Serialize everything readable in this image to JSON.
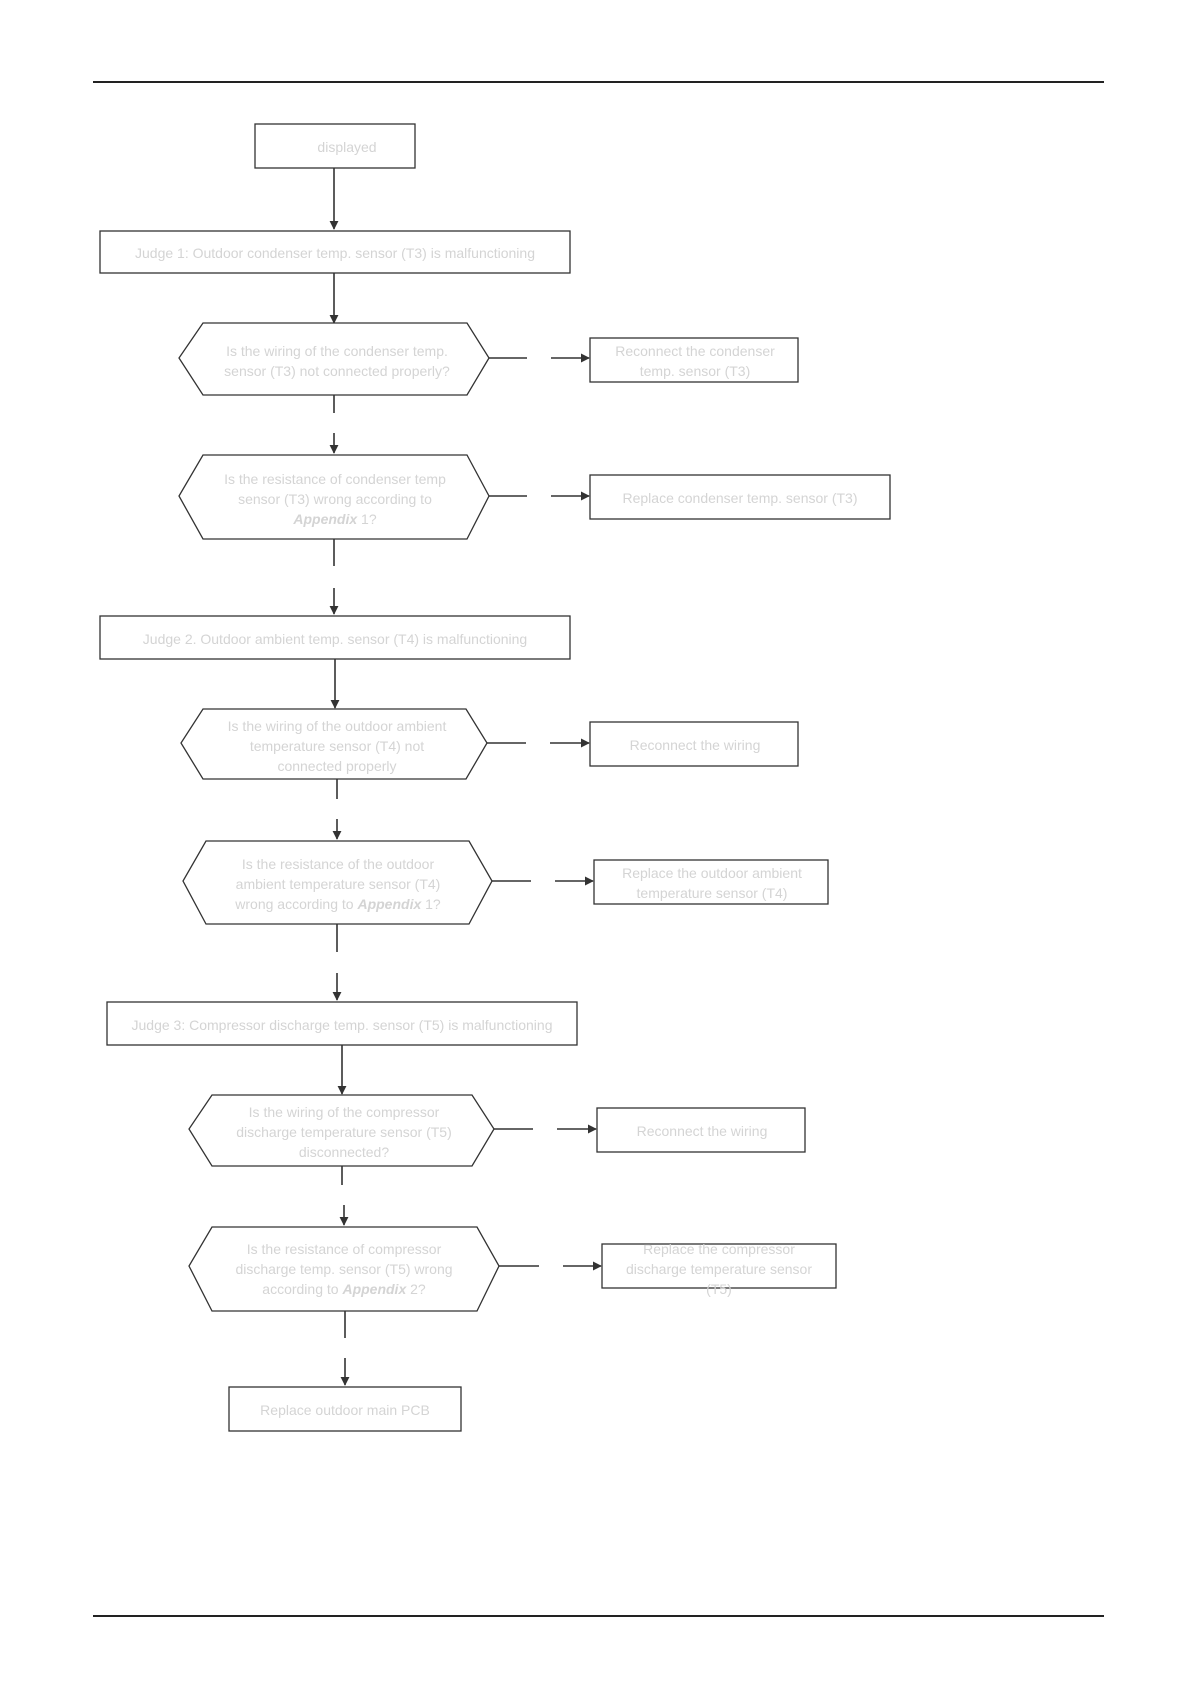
{
  "start": {
    "text": "displayed"
  },
  "judge1": {
    "title": "Judge 1: Outdoor condenser temp. sensor (T3) is malfunctioning"
  },
  "judge1_q1": {
    "l1": "Is the wiring of the condenser temp.",
    "l2": "sensor (T3) not connected properly?"
  },
  "judge1_a1": {
    "l1": "Reconnect the condenser",
    "l2": "temp. sensor (T3)"
  },
  "judge1_q2": {
    "l1": "Is the resistance of condenser temp",
    "l2": "sensor (T3) wrong according to",
    "l3_em": "Appendix",
    "l3_tail": " 1?"
  },
  "judge1_a2": {
    "l1": "Replace condenser temp. sensor (T3)"
  },
  "judge2": {
    "title": "Judge 2. Outdoor ambient temp. sensor (T4) is malfunctioning"
  },
  "judge2_q1": {
    "l1": "Is the wiring of the outdoor ambient",
    "l2": "temperature sensor (T4) not",
    "l3": "connected properly"
  },
  "judge2_a1": {
    "l1": "Reconnect the wiring"
  },
  "judge2_q2": {
    "l1": "Is the resistance of the outdoor",
    "l2": "ambient temperature sensor (T4)",
    "l3_pre": "wrong according to ",
    "l3_em": "Appendix",
    "l3_tail": " 1?"
  },
  "judge2_a2": {
    "l1": "Replace the outdoor ambient",
    "l2": "temperature sensor (T4)"
  },
  "judge3": {
    "title": "Judge 3: Compressor discharge temp. sensor (T5) is malfunctioning"
  },
  "judge3_q1": {
    "l1": "Is the wiring of the compressor",
    "l2": "discharge temperature sensor (T5)",
    "l3": "disconnected?"
  },
  "judge3_a1": {
    "l1": "Reconnect the wiring"
  },
  "judge3_q2": {
    "l1": "Is the resistance of compressor",
    "l2": "discharge temp. sensor (T5) wrong",
    "l3_pre": "according to  ",
    "l3_em": "Appendix",
    "l3_tail": " 2?"
  },
  "judge3_a2": {
    "l1": "Replace the compressor",
    "l2": "discharge temperature sensor",
    "l3": "(T5)"
  },
  "end": {
    "text": "Replace outdoor main PCB"
  }
}
